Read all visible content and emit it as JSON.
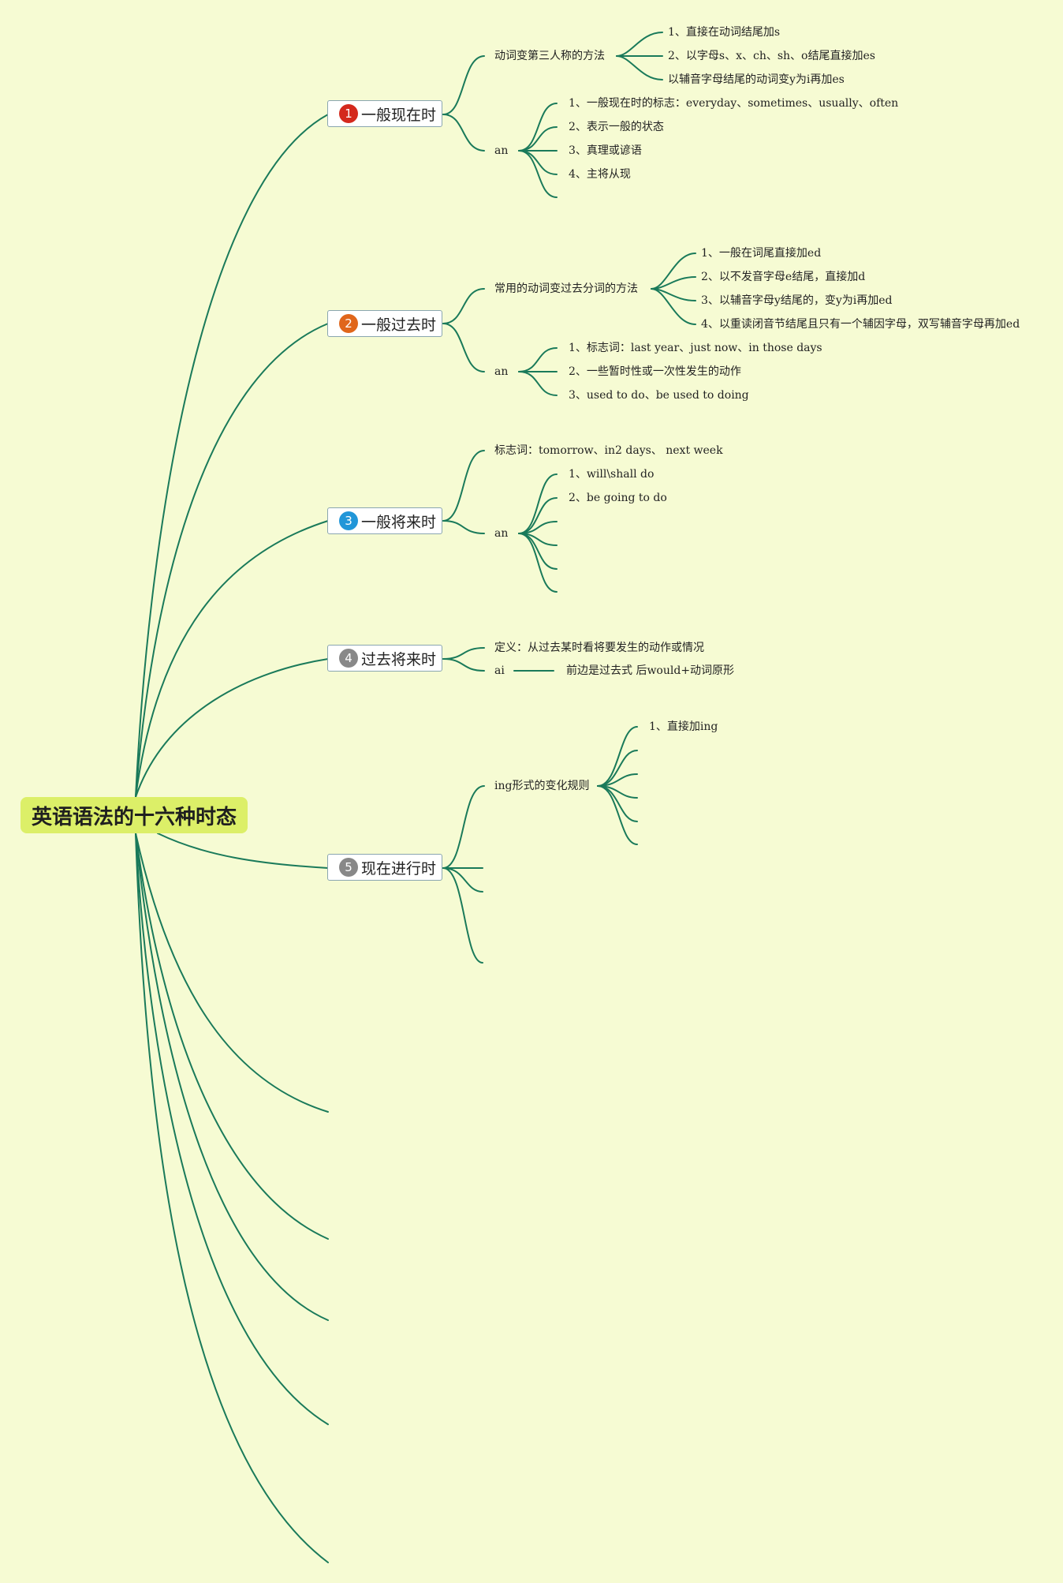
{
  "root": {
    "label": "英语语法的十六种时态"
  },
  "colors": {
    "line": "#1a7a5a",
    "background": "#f6fbd3",
    "root_fill": "#dcef68"
  },
  "topics": [
    {
      "number": "1",
      "label": "一般现在时",
      "badge_color": "#d4291d"
    },
    {
      "number": "2",
      "label": "一般过去时",
      "badge_color": "#e0661b"
    },
    {
      "number": "3",
      "label": "一般将来时",
      "badge_color": "#2196d8"
    },
    {
      "number": "4",
      "label": "过去将来时",
      "badge_color": "#888888"
    },
    {
      "number": "5",
      "label": "现在进行时",
      "badge_color": "#888888"
    }
  ],
  "labels": {
    "t1_method": "动词变第三人称的方法",
    "t1_m1": "1、直接在动词结尾加s",
    "t1_m2": "2、以字母s、x、ch、sh、o结尾直接加es",
    "t1_m3": "以辅音字母结尾的动词变y为i再加es",
    "t1_an": "an",
    "t1_a1": "1、一般现在时的标志：everyday、sometimes、usually、often",
    "t1_a2": "2、表示一般的状态",
    "t1_a3": "3、真理或谚语",
    "t1_a4": "4、主将从现",
    "t2_method": "常用的动词变过去分词的方法",
    "t2_m1": "1、一般在词尾直接加ed",
    "t2_m2": "2、以不发音字母e结尾，直接加d",
    "t2_m3": "3、以辅音字母y结尾的，变y为i再加ed",
    "t2_m4": "4、以重读闭音节结尾且只有一个辅因字母，双写辅音字母再加ed",
    "t2_an": "an",
    "t2_a1": "1、标志词：last year、just now、in those days",
    "t2_a2": "2、一些暂时性或一次性发生的动作",
    "t2_a3": "3、used to do、be used to doing",
    "t3_sign": "标志词：tomorrow、in2 days、 next week",
    "t3_an": "an",
    "t3_a1": "1、will\\shall do",
    "t3_a2": "2、be going to do",
    "t4_def": "定义：从过去某时看将要发生的动作或情况",
    "t4_ai": "ai",
    "t4_ai1": "前边是过去式 后would+动词原形",
    "t5_rule": "ing形式的变化规则",
    "t5_r1": "1、直接加ing"
  }
}
